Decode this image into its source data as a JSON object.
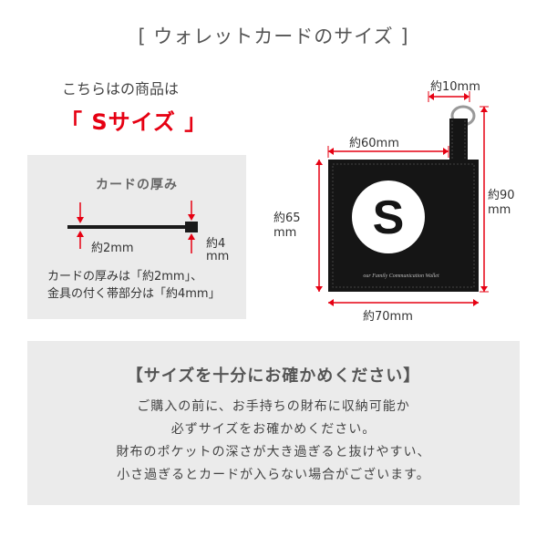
{
  "title": "[ ウォレットカードのサイズ ]",
  "intro": "こちらはの商品は",
  "size_label": "「 Sサイズ 」",
  "thickness": {
    "title": "カードの厚み",
    "card_label": "約2mm",
    "fitting_label_1": "約4",
    "fitting_label_2": "mm",
    "note_lines": [
      "カードの厚みは「約2mm」、",
      "金具の付く帯部分は「約4mm」"
    ]
  },
  "product": {
    "badge_letter": "S",
    "card_text": "our Family Communication Wallet",
    "dims": {
      "strap_width": "約10mm",
      "card_width": "約60mm",
      "height_label_1": "約65",
      "height_label_2": "mm",
      "total_height_1": "約90",
      "total_height_2": "mm",
      "total_width": "約70mm"
    }
  },
  "notice": {
    "title": "【サイズを十分にお確かめください】",
    "lines": [
      "ご購入の前に、お手持ちの財布に収納可能か",
      "必ずサイズをお確かめください。",
      "財布のポケットの深さが大き過ぎると抜けやすい、",
      "小さ過ぎるとカードが入らない場合がございます。"
    ]
  },
  "colors": {
    "accent": "#e60012",
    "panel": "#ebebeb",
    "product": "#151515"
  }
}
